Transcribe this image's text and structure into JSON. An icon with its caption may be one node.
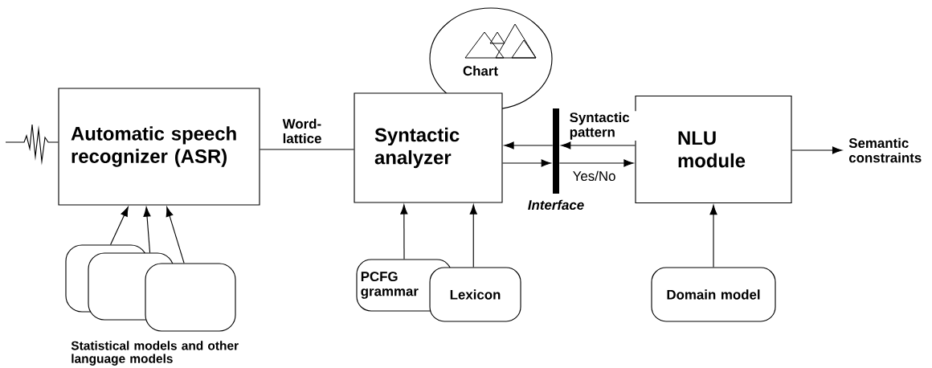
{
  "diagram": {
    "nodes": [
      {
        "text": [
          "Automatic speech recognizer (ASR)"
        ]
      },
      {
        "text": [],
        "shape": "box"
      },
      {
        "text": [],
        "shape": "box"
      },
      {
        "text": [],
        "shape": "box"
      },
      {
        "text": [
          "Syntactic analyzer"
        ]
      },
      {
        "text": [
          "Chart"
        ]
      },
      {
        "text": [
          "Interface"
        ]
      },
      {
        "text": [
          "NLU module"
        ]
      },
      {
        "text": [
          "PCFG grammar"
        ]
      },
      {
        "text": [
          "Lexicon"
        ]
      },
      {
        "text": [
          "Domain model"
        ]
      },
      {
        "text": [
          "Semantic constraints"
        ]
      }
    ],
    "edges": [
      {
        "from": null,
        "to": 0,
        "arrow": "none"
      },
      {
        "from": 0,
        "to": 4,
        "arrow": "none",
        "label": "Word-lattice"
      },
      {
        "from": 1,
        "to": 0,
        "arrow": "to"
      },
      {
        "from": 2,
        "to": 0,
        "arrow": "to"
      },
      {
        "from": 3,
        "to": 0,
        "arrow": "to"
      },
      {
        "from": 7,
        "to": 6,
        "arrow": "to",
        "label": "Syntactic pattern"
      },
      {
        "from": 6,
        "to": 4,
        "arrow": "to"
      },
      {
        "from": 4,
        "to": 6,
        "arrow": "to"
      },
      {
        "from": 6,
        "to": 7,
        "arrow": "to",
        "label": "Yes/No"
      },
      {
        "from": 8,
        "to": 4,
        "arrow": "to"
      },
      {
        "from": 9,
        "to": 4,
        "arrow": "to"
      },
      {
        "from": 10,
        "to": 7,
        "arrow": "to"
      },
      {
        "from": 7,
        "to": 11,
        "arrow": "to"
      }
    ],
    "labels": [
      "Statistical models and other language models"
    ]
  }
}
